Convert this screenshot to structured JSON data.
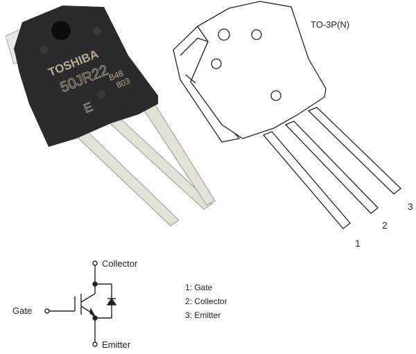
{
  "photo": {
    "brand": "TOSHIBA",
    "part_number": "50JR22",
    "code_line1": "B48",
    "code_line2": "803",
    "mark": "E"
  },
  "package": {
    "name": "TO-3P(N)",
    "pins": [
      "1",
      "2",
      "3"
    ]
  },
  "schematic": {
    "collector": "Collector",
    "gate": "Gate",
    "emitter": "Emitter"
  },
  "legend": [
    "1: Gate",
    "2: Collector",
    "3: Emitter"
  ],
  "colors": {
    "body": "#2b2b2d",
    "lead": "#e4e1d8",
    "marking": "#b5ab95",
    "line": "#222222"
  }
}
